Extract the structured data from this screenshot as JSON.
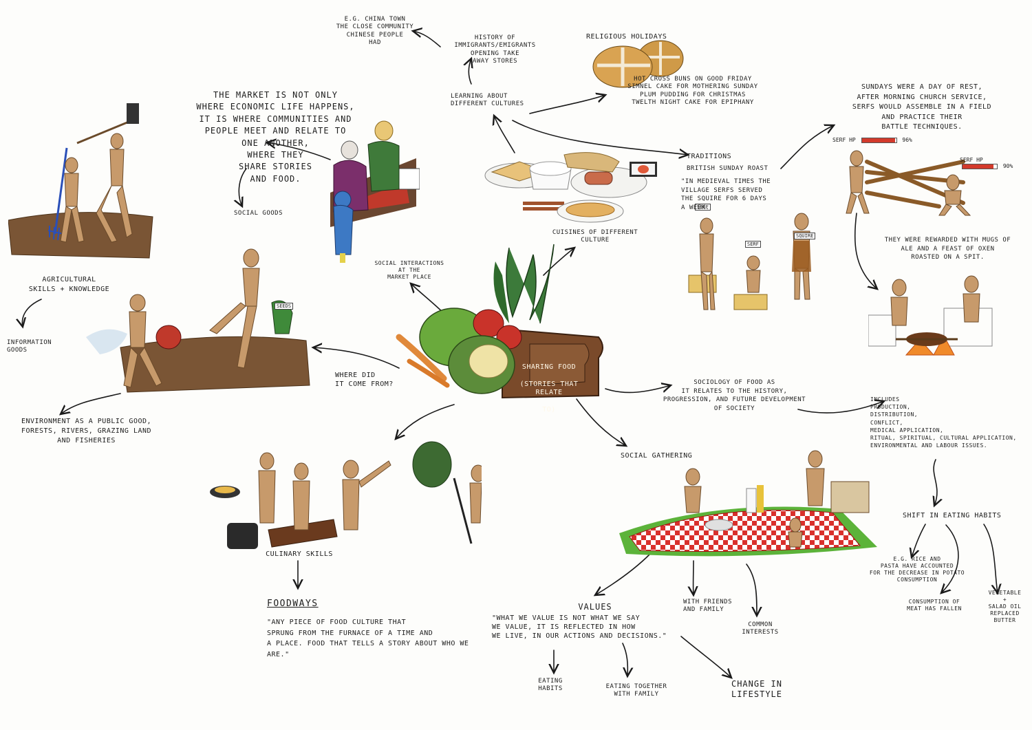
{
  "colors": {
    "ink": "#1a1a1a",
    "wood": "#c79a6b",
    "soil": "#7a5535",
    "picnic_red": "#d9302c",
    "grass": "#5cb33a",
    "hp_red": "#d33a2c"
  },
  "center": {
    "line1": "Sharing food",
    "line2": "(stories that relate",
    "line3": "to)"
  },
  "notes": {
    "china_town": "E.G. China town\nthe close community\nChinese people\nhad",
    "immigrants": "History of immigrants/emigrants\nopening take\naway stores",
    "learning_cultures": "Learning about\ndifferent cultures",
    "religious_holidays": "Religious holidays",
    "hot_cross_buns": "Hot cross buns on Good Friday\nSimnel cake for Mothering Sunday\nPlum pudding for Christmas\nTwelth night cake for Epiphany",
    "market": "The market is not only\nwhere economic life happens,\nit is where communities and\npeople meet and relate to\none another,\nwhere they\nshare stories\nand food.",
    "social_goods": "Social goods",
    "sundays": "Sundays were a day of rest,\nafter morning church service,\nserfs would assemble in a field\nand practice their\nbattle techniques.",
    "traditions": "Traditions",
    "sunday_roast": "British Sunday roast",
    "medieval": "\"In medieval times the\nvillage serfs served\nthe squire for 6 days\na week.",
    "rewarded": "They were rewarded with mugs of\nale and a feast of oxen\nroasted on a spit.",
    "cuisines": "Cuisines of different\nculture",
    "social_interactions": "Social interactions\nat the\nmarket place",
    "agricultural": "Agricultural\nskills + knowledge",
    "information_goods": "Information\ngoods",
    "where_from": "Where did\nit come from?",
    "environment": "Environment as a public good,\nforests, rivers, grazing land\nand fisheries",
    "sociology": "Sociology of food as\nit relates to the history,\nprogression, and future development\nof society",
    "includes": "Includes\nproduction,\ndistribution,\nconflict,\nmedical application,\nritual, spiritual, cultural application,\nenvironmental and labour issues.",
    "social_gathering": "Social gathering",
    "shift": "Shift in eating habits",
    "rice_pasta": "E.G. rice and\npasta have accounted\nfor the decrease in potato\nconsumption",
    "meat": "Consumption of\nmeat has fallen",
    "vegetable_oil": "Vegetable\n+\nsalad oil\nreplaced\nbutter",
    "culinary": "Culinary skills",
    "foodways_title": "Foodways",
    "foodways_quote": "\"Any piece of food culture that\nsprung from the furnace of a time and\na place. Food that tells a story about who we are.\"",
    "values_title": "Values",
    "values_quote": "\"What we value is not what we say\nwe value, it is reflected in how\nwe live, in our actions and decisions.\"",
    "friends_family": "With friends\nand family",
    "common_interests": "Common\ninterests",
    "eating_habits": "Eating\nhabits",
    "eating_together": "Eating together\nwith family",
    "change_lifestyle": "Change in\nlifestyle"
  },
  "hp": {
    "left": {
      "label": "Serf HP",
      "percent": "96%",
      "level": 0.96
    },
    "right": {
      "label": "Serf HP",
      "percent": "90%",
      "level": 0.9
    }
  },
  "tags": {
    "serf1": "Serf",
    "serf2": "Serf",
    "squire": "Squire",
    "seeds": "Seeds"
  }
}
